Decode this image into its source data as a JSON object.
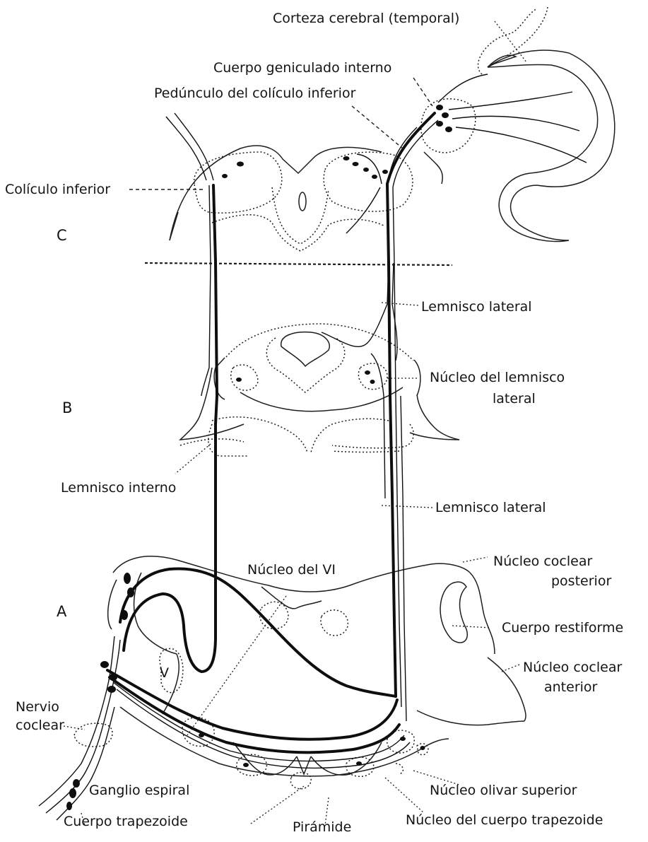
{
  "labels": {
    "corteza": "Corteza cerebral (temporal)",
    "geniculado": "Cuerpo geniculado interno",
    "pedunculo": "Pedúnculo del colículo inferior",
    "coliculo": "Colículo inferior",
    "section_c": "C",
    "lemnisco_lateral_sup": "Lemnisco lateral",
    "nucleo_lemnisco_1": "Núcleo del lemnisco",
    "nucleo_lemnisco_2": "lateral",
    "section_b": "B",
    "lemnisco_interno": "Lemnisco interno",
    "lemnisco_lateral_inf": "Lemnisco lateral",
    "nucleo_vi": "Núcleo del VI",
    "coclear_post_1": "Núcleo coclear",
    "coclear_post_2": "posterior",
    "section_a": "A",
    "restiforme": "Cuerpo restiforme",
    "v_mark": "V",
    "coclear_ant_1": "Núcleo coclear",
    "coclear_ant_2": "anterior",
    "nervio_1": "Nervio",
    "nervio_2": "coclear",
    "ganglio": "Ganglio espiral",
    "olivar": "Núcleo olivar superior",
    "trapezoide": "Cuerpo trapezoide",
    "piramide": "Pirámide",
    "nucleo_trapezoide": "Núcleo del cuerpo trapezoide"
  }
}
